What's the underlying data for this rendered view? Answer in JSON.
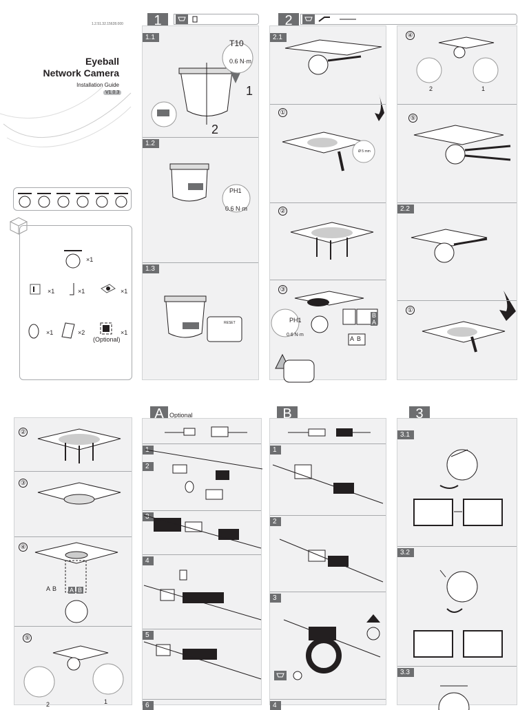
{
  "cover": {
    "doc_code": "1.2.51.32.15628.000",
    "title_line1": "Eyeball",
    "title_line2": "Network Camera",
    "subtitle": "Installation Guide",
    "version": "V1.0.3"
  },
  "package": {
    "items": [
      {
        "qty": "×1"
      },
      {
        "qty": "×1"
      },
      {
        "qty": "×1"
      },
      {
        "qty": "×1"
      },
      {
        "qty": "×1"
      },
      {
        "qty": "×2"
      },
      {
        "qty": "×1",
        "note": "(Optional)"
      }
    ]
  },
  "step1": {
    "number": "1",
    "subs": [
      "1.1",
      "1.2",
      "1.3"
    ],
    "tool_t10": "T10",
    "torque": "0.6 N·m",
    "callout_1": "1",
    "callout_2": "2",
    "tool_ph1": "PH1",
    "reset": "RESET"
  },
  "step2": {
    "number": "2",
    "subs": [
      "2.1",
      "2.2"
    ],
    "circled": [
      "①",
      "②",
      "③",
      "④",
      "⑤",
      "①"
    ],
    "drill": "Ø 5 mm",
    "tool_ph1": "PH1",
    "torque": "0.6 N·m",
    "a": "A",
    "b": "B",
    "label_1": "1",
    "label_2": "2"
  },
  "bottom_left": {
    "circled": [
      "②",
      "③",
      "④",
      "⑤"
    ],
    "a": "A",
    "b": "B",
    "label_1": "1",
    "label_2": "2"
  },
  "stepA": {
    "letter": "A",
    "title": "Optional",
    "steps": [
      "1",
      "2",
      "3",
      "4",
      "5",
      "6"
    ]
  },
  "stepB": {
    "letter": "B",
    "steps": [
      "1",
      "2",
      "3",
      "4"
    ]
  },
  "step3": {
    "number": "3",
    "subs": [
      "3.1",
      "3.2",
      "3.3"
    ]
  }
}
